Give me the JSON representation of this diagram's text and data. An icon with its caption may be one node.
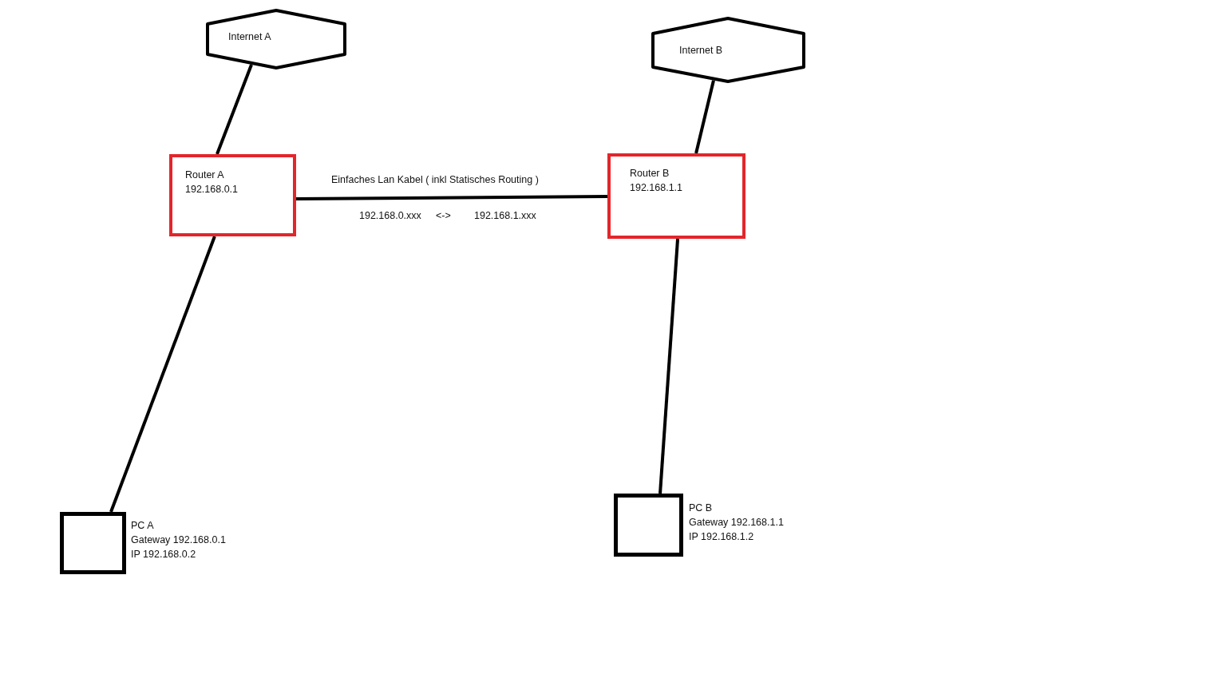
{
  "diagram": {
    "nodes": [
      {
        "text": [
          "Internet A"
        ]
      },
      {
        "text": [
          "Internet B"
        ]
      },
      {
        "text": [
          "Router A",
          "192.168.0.1"
        ]
      },
      {
        "text": [
          "Router B",
          "192.168.1.1"
        ]
      },
      {
        "text": [],
        "shape": "box",
        "beside": [
          "PC A",
          "Gateway 192.168.0.1",
          "IP 192.168.0.2"
        ]
      },
      {
        "text": [],
        "shape": "box",
        "beside": [
          "PC B",
          "Gateway 192.168.1.1",
          "IP 192.168.1.2"
        ]
      }
    ],
    "edges": [
      {
        "from": 0,
        "to": 2,
        "arrow": "none"
      },
      {
        "from": 1,
        "to": 3,
        "arrow": "none"
      },
      {
        "from": 2,
        "to": 3,
        "arrow": "none",
        "label": "Einfaches Lan Kabel ( inkl Statisches Routing )"
      },
      {
        "from": 2,
        "to": 4,
        "arrow": "none"
      },
      {
        "from": 3,
        "to": 5,
        "arrow": "none"
      }
    ],
    "labels": [
      "192.168.0.xxx",
      "<->",
      "192.168.1.xxx"
    ]
  }
}
